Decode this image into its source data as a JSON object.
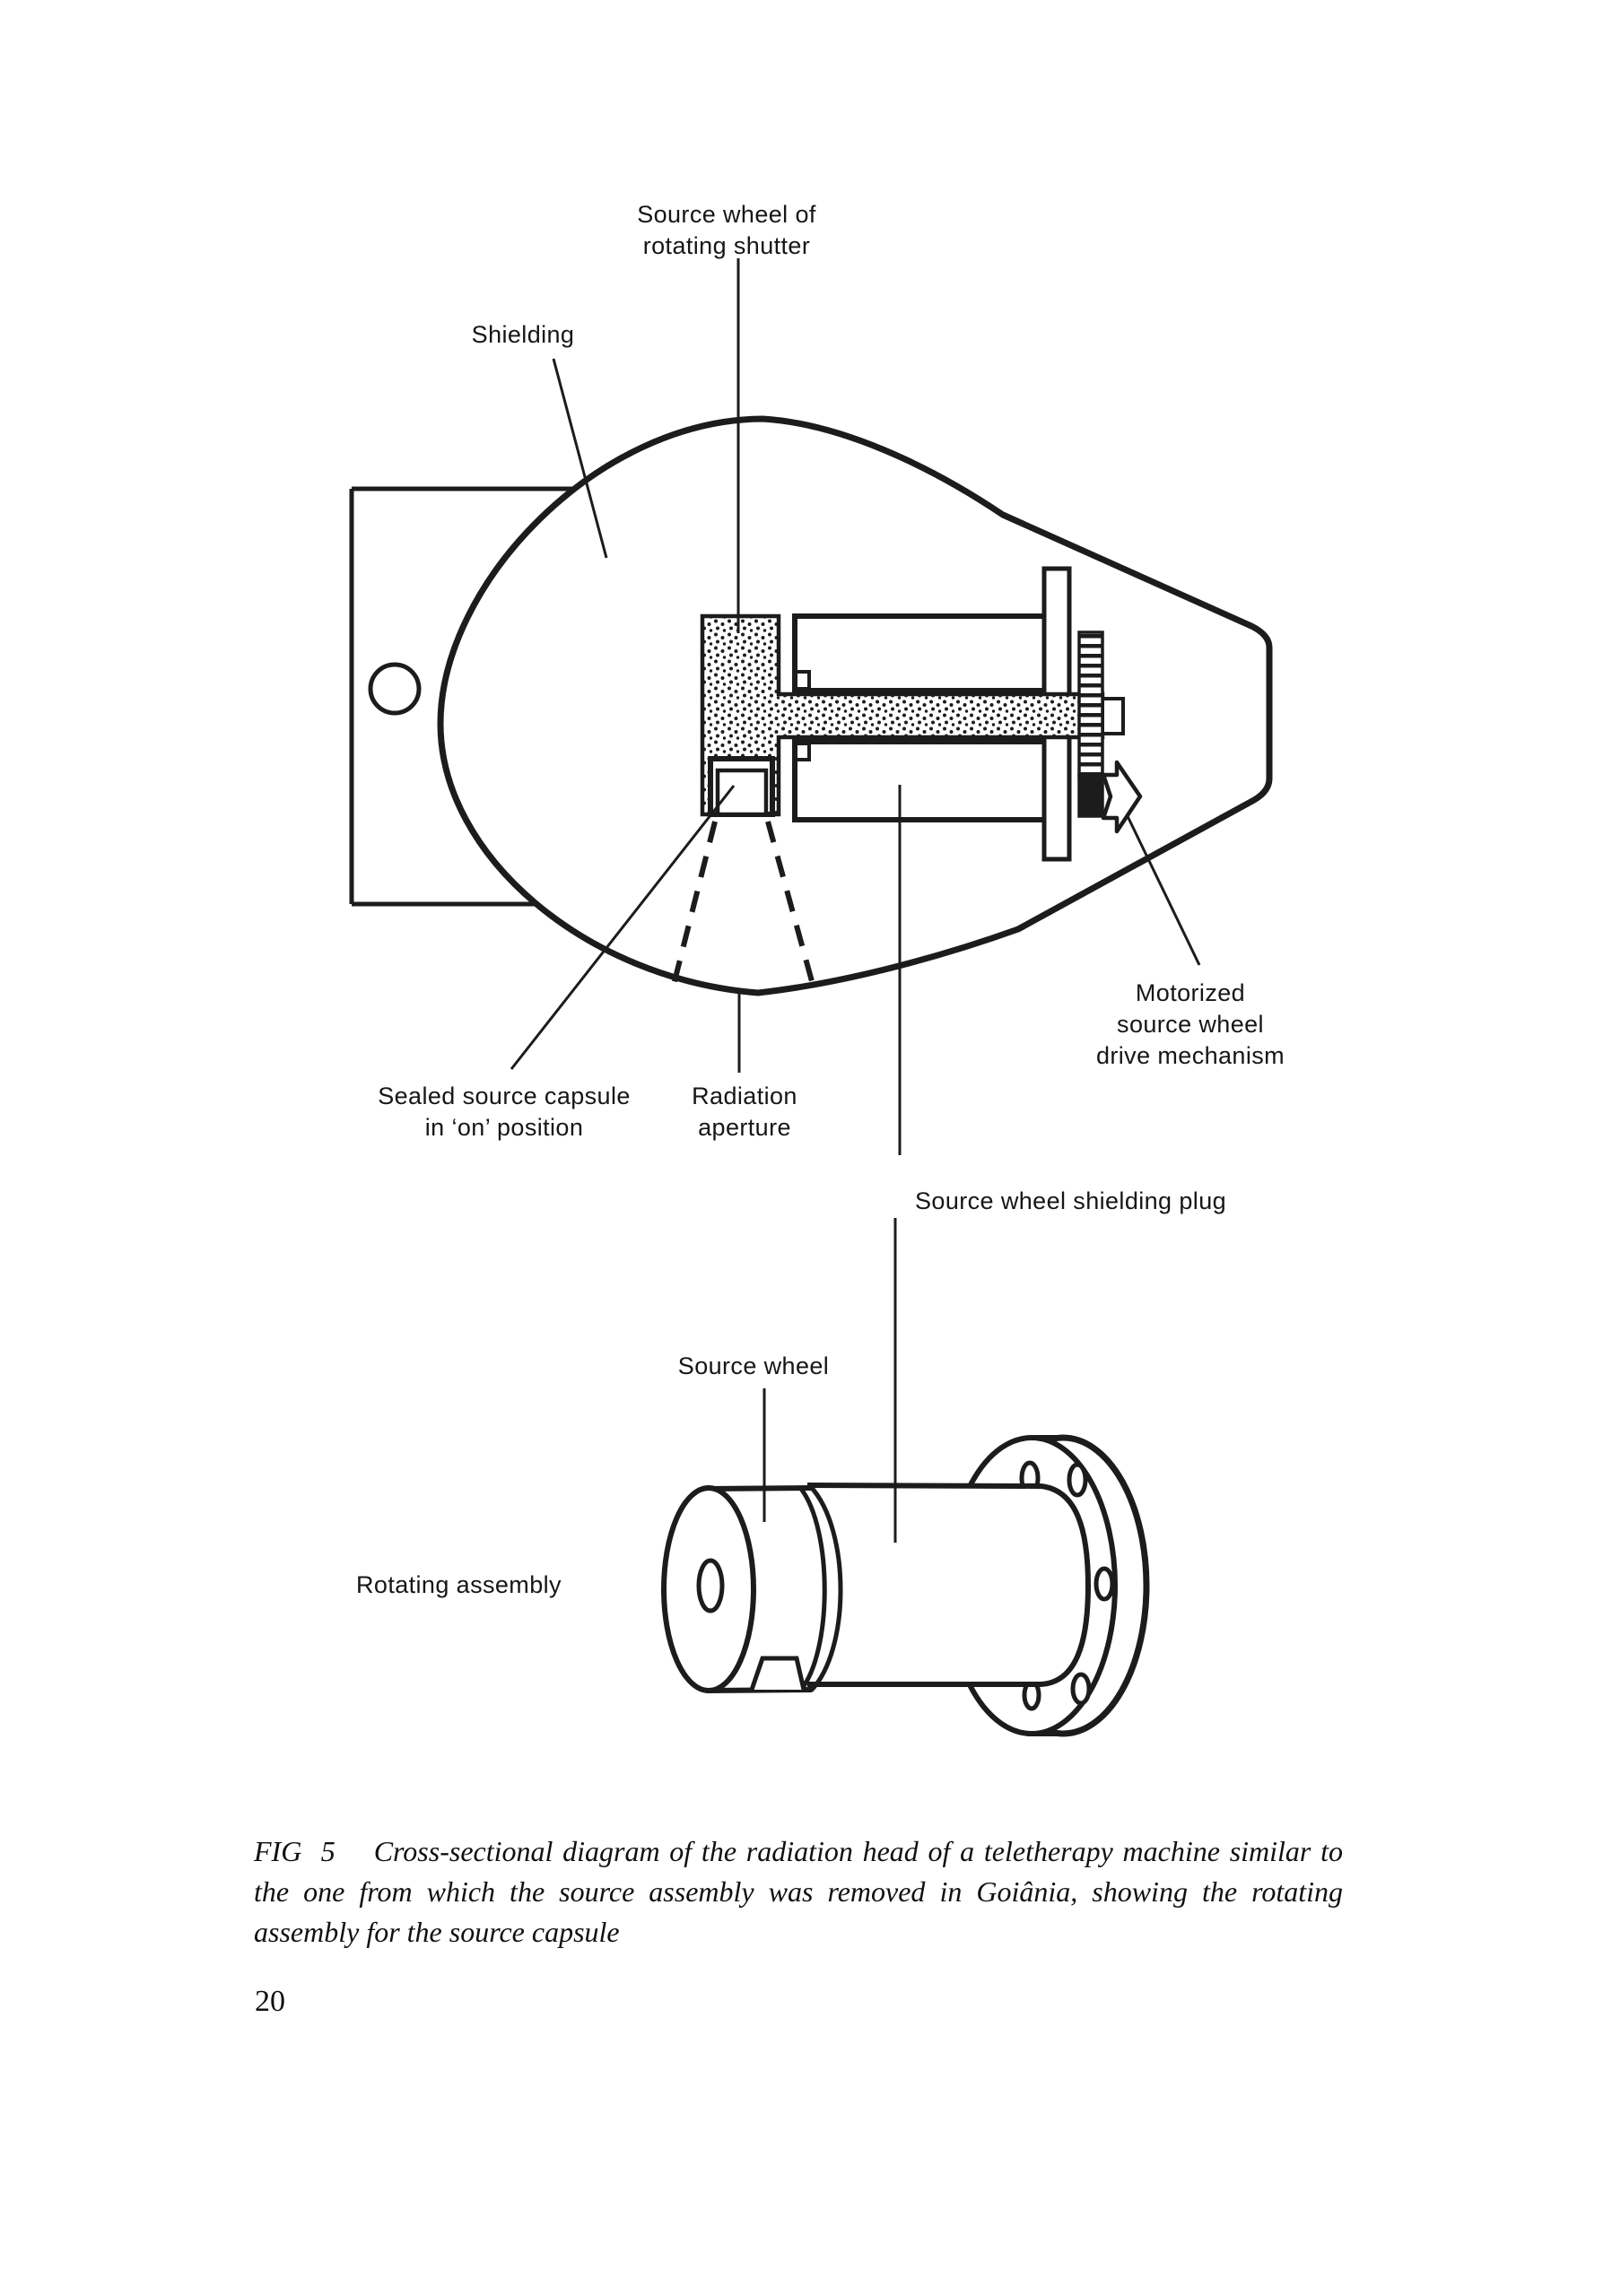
{
  "page": {
    "number": "20",
    "caption": "FIG  5    Cross-sectional diagram of the radiation head of a teletherapy machine similar to the one from which the source assembly was removed in Goiânia, showing the rotating assembly for the source capsule"
  },
  "diagram": {
    "labels": {
      "source_wheel_of_rotating_shutter": "Source wheel of\nrotating shutter",
      "shielding": "Shielding",
      "motorized_drive_mechanism": "Motorized\nsource wheel\ndrive mechanism",
      "sealed_source_capsule": "Sealed source capsule\nin ‘on’ position",
      "radiation_aperture": "Radiation\naperture",
      "source_wheel_shielding_plug": "Source wheel shielding plug",
      "source_wheel": "Source wheel",
      "rotating_assembly": "Rotating assembly"
    }
  },
  "colors": {
    "ink": "#1c1c1c",
    "paper": "#ffffff"
  }
}
